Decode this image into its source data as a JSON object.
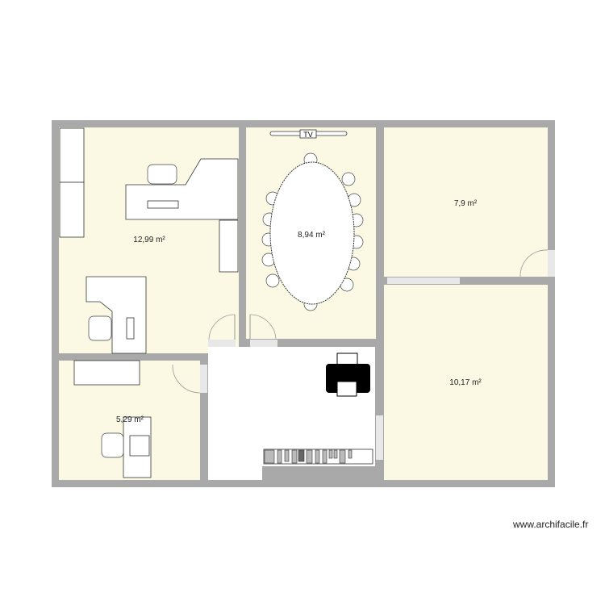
{
  "plan": {
    "rooms": [
      {
        "name": "room-1",
        "area": "12,99 m²"
      },
      {
        "name": "room-2",
        "area": "8,94 m²"
      },
      {
        "name": "room-3",
        "area": "7,9 m²"
      },
      {
        "name": "room-4",
        "area": "10,17 m²"
      },
      {
        "name": "room-5",
        "area": "5,29 m²"
      }
    ],
    "tv_label": "TV",
    "colors": {
      "wall": "#a9a9a9",
      "floor": "#fbf9e4",
      "hall": "#ffffff"
    }
  },
  "watermark": "www.archifacile.fr"
}
